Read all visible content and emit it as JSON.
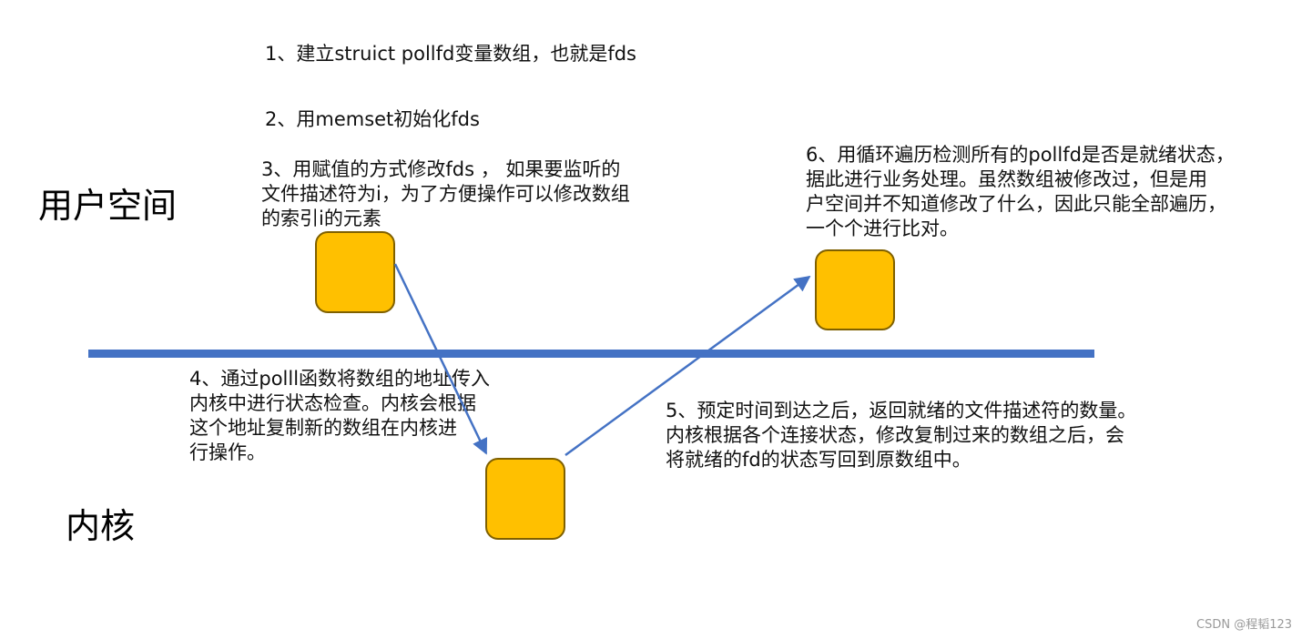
{
  "regions": {
    "user_space": "用户空间",
    "kernel": "内核"
  },
  "steps": [
    {
      "text": "1、建立struict pollfd变量数组，也就是fds"
    },
    {
      "text": "2、用memset初始化fds"
    },
    {
      "text": "3、用赋值的方式修改fds ， 如果要监听的\n文件描述符为i，为了方便操作可以修改数组\n的索引i的元素"
    },
    {
      "text": "4、通过polll函数将数组的地址传入\n内核中进行状态检查。内核会根据\n这个地址复制新的数组在内核进\n行操作。"
    },
    {
      "text": "5、预定时间到达之后，返回就绪的文件描述符的数量。\n内核根据各个连接状态，修改复制过来的数组之后，会\n将就绪的fd的状态写回到原数组中。"
    },
    {
      "text": "6、用循环遍历检测所有的pollfd是否是就绪状态，\n据此进行业务处理。虽然数组被修改过，但是用\n户空间并不知道修改了什么，因此只能全部遍历，\n一个个进行比对。"
    }
  ],
  "colors": {
    "box_fill": "#ffc000",
    "box_border": "#7f6000",
    "divider": "#4472c4",
    "arrow": "#4472c4"
  },
  "watermark": "CSDN @程韬123"
}
